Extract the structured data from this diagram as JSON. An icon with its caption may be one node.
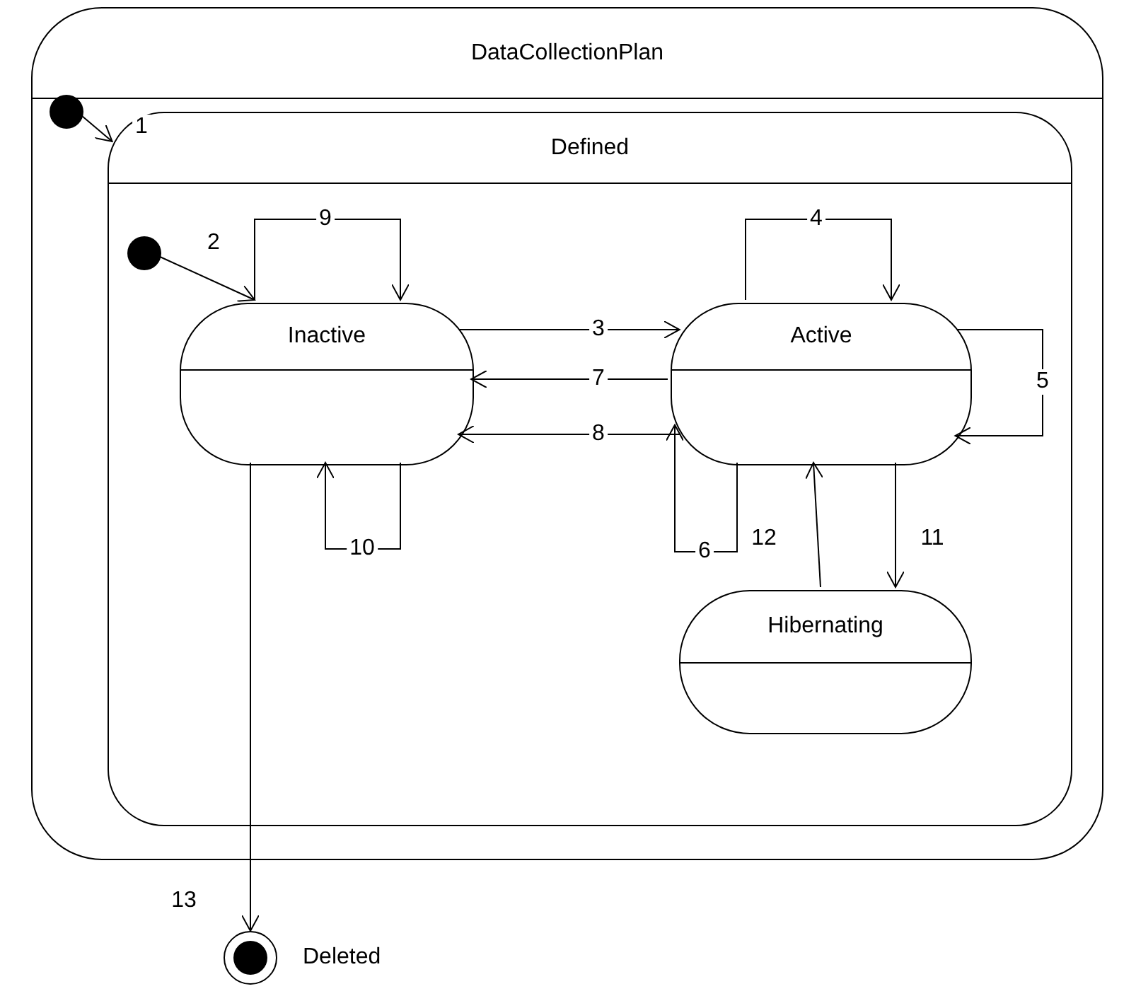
{
  "diagram": {
    "nodes": [
      {
        "text": [
          "DataCollectionPlan"
        ]
      },
      {
        "text": [],
        "shape": "circle",
        "in": 0
      },
      {
        "text": [
          "Defined"
        ],
        "in": 0
      },
      {
        "text": [],
        "shape": "circle",
        "in": 2
      },
      {
        "text": [
          "Inactive"
        ],
        "in": 2
      },
      {
        "text": [
          "Active"
        ],
        "in": 2
      },
      {
        "text": [
          "Hibernating"
        ],
        "in": 2
      },
      {
        "text": [],
        "shape": "circle",
        "beside": [
          "Deleted"
        ]
      }
    ],
    "edges": [
      {
        "from": 1,
        "to": 2,
        "arrow": "to",
        "label": "1"
      },
      {
        "from": 3,
        "to": 4,
        "arrow": "to",
        "label": "2"
      },
      {
        "from": 4,
        "to": 5,
        "arrow": "to",
        "label": "3"
      },
      {
        "from": 5,
        "to": 5,
        "arrow": "to",
        "label": "4"
      },
      {
        "from": 5,
        "to": 5,
        "arrow": "to",
        "label": "5"
      },
      {
        "from": 5,
        "to": 5,
        "arrow": "to",
        "label": "6"
      },
      {
        "from": 5,
        "to": 4,
        "arrow": "to",
        "label": "7"
      },
      {
        "from": 5,
        "to": 4,
        "arrow": "to",
        "label": "8"
      },
      {
        "from": 4,
        "to": 4,
        "arrow": "to",
        "label": "9"
      },
      {
        "from": 4,
        "to": 4,
        "arrow": "to",
        "label": "10"
      },
      {
        "from": 5,
        "to": 6,
        "arrow": "to",
        "label": "11"
      },
      {
        "from": 6,
        "to": 5,
        "arrow": "to",
        "label": "12"
      },
      {
        "from": 4,
        "to": 7,
        "arrow": "to",
        "label": "13"
      }
    ]
  }
}
